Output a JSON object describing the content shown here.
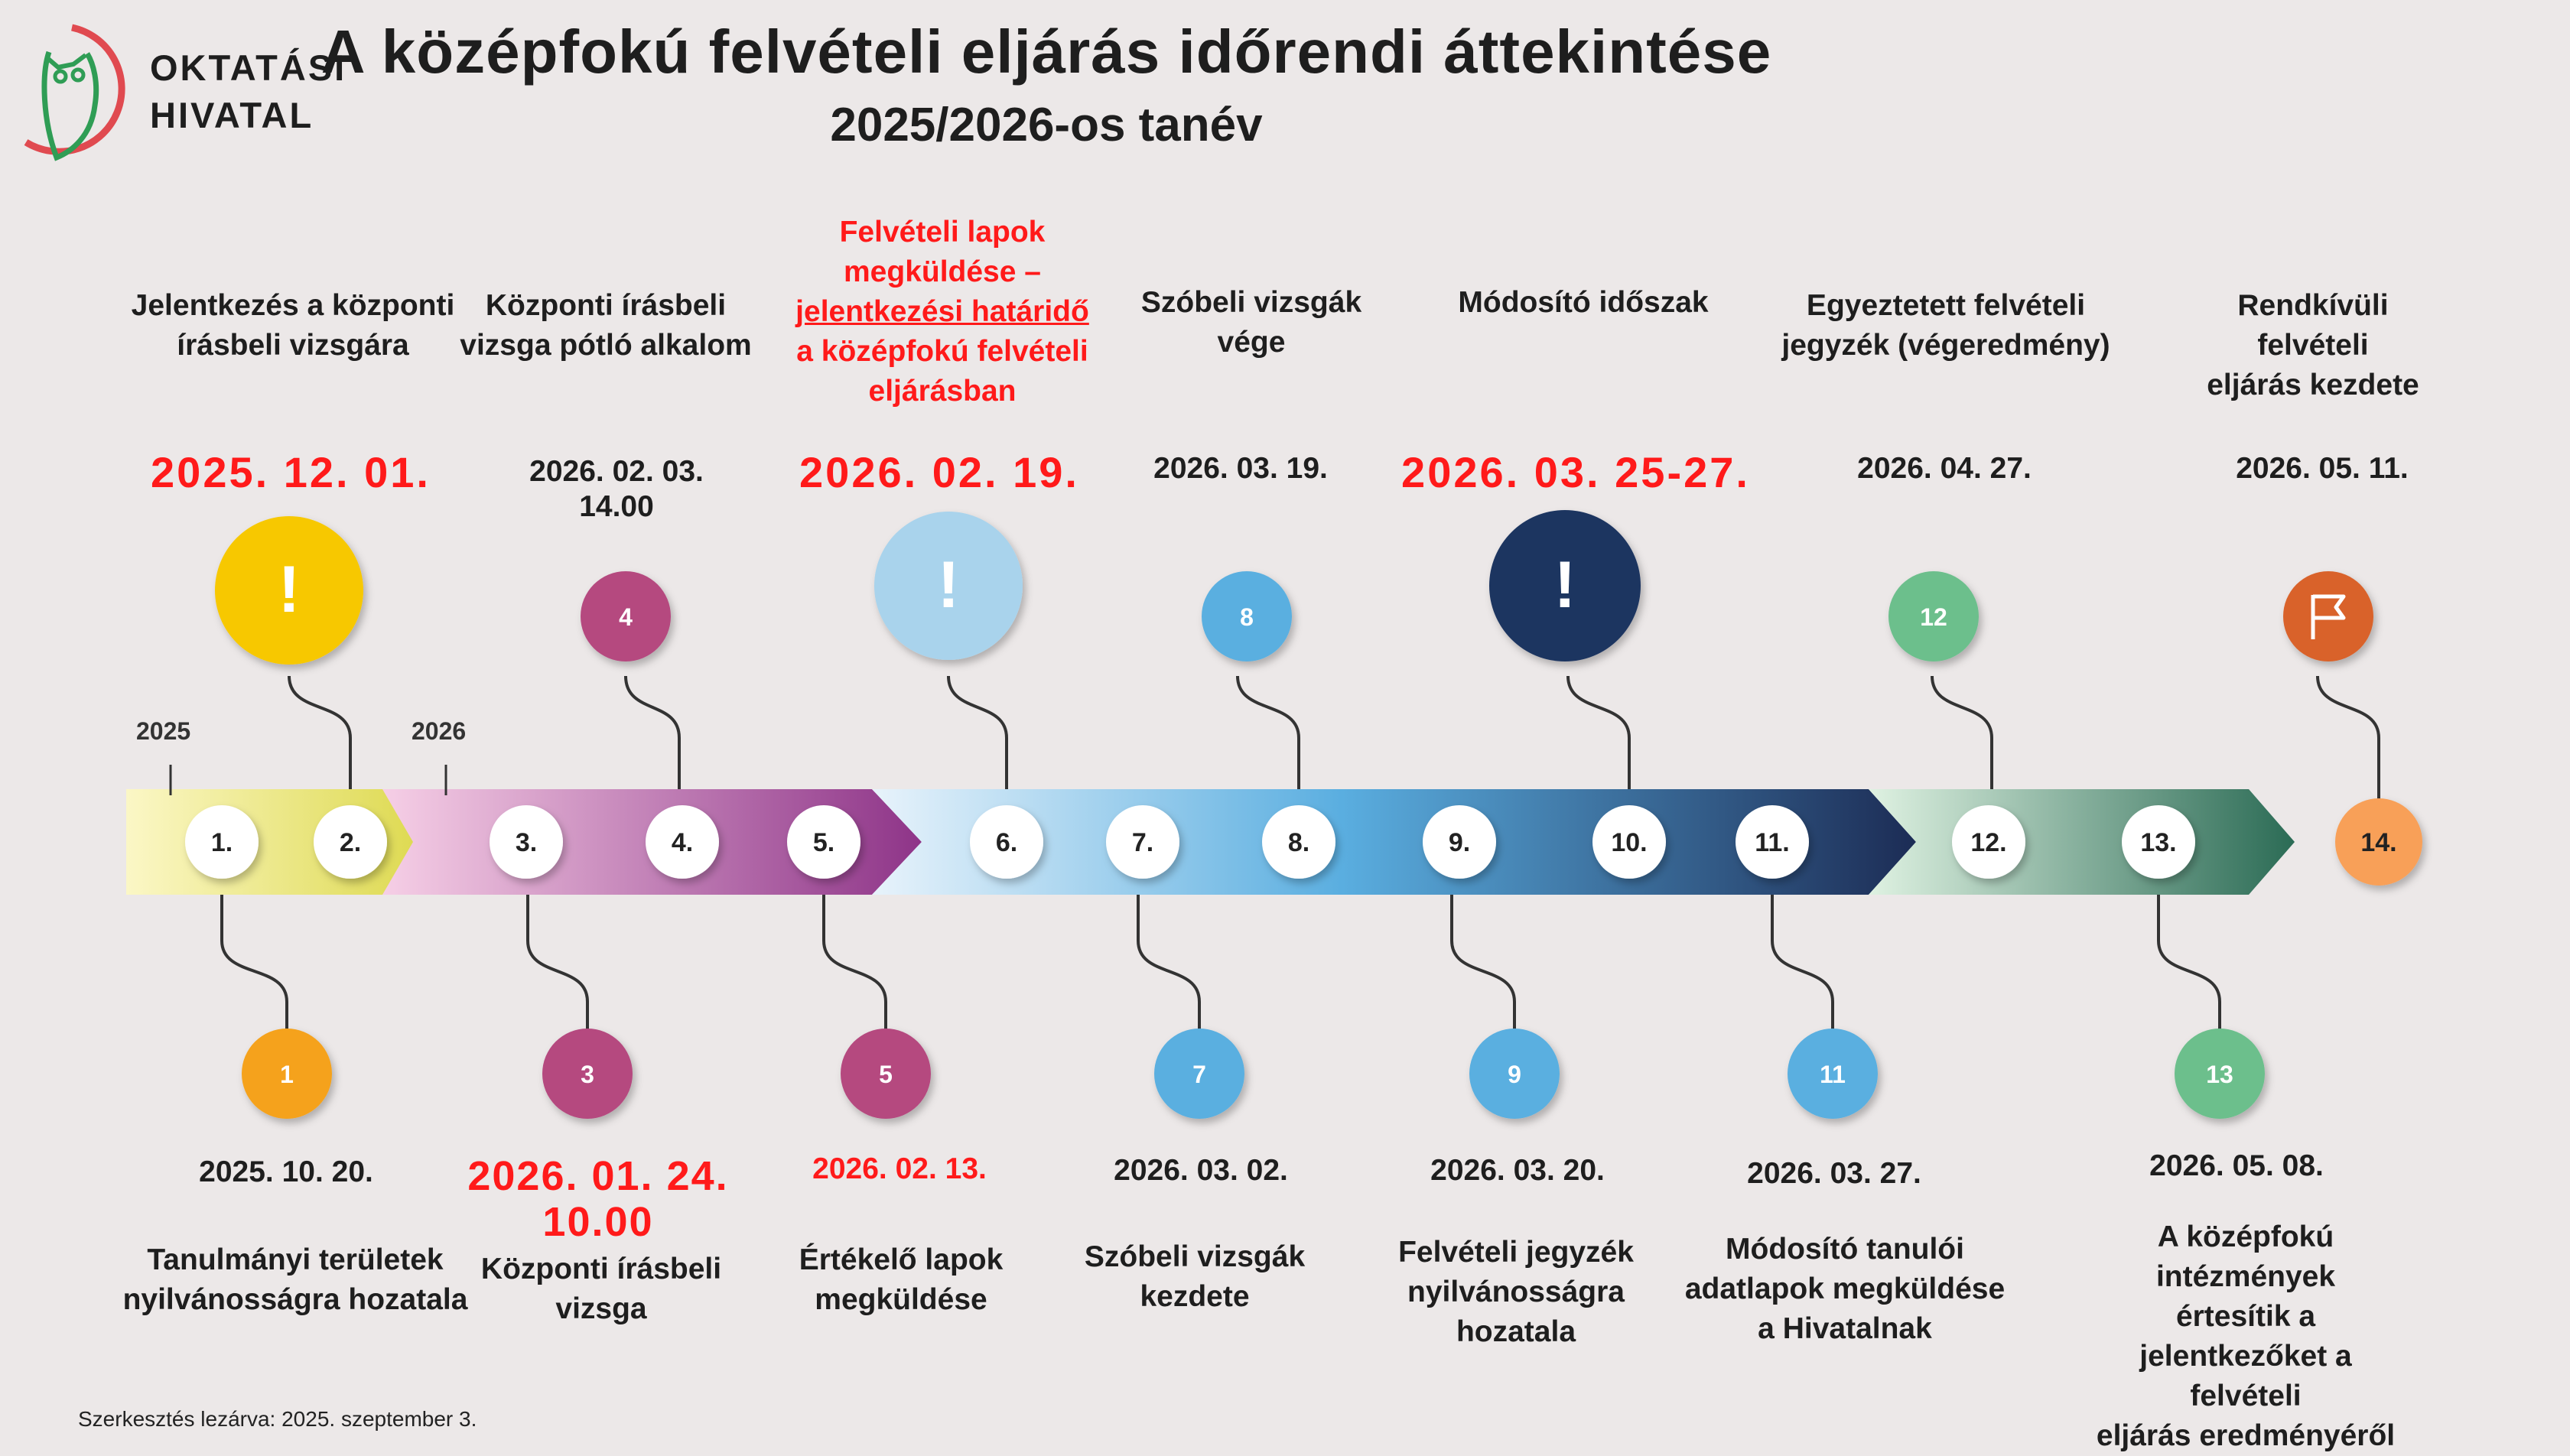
{
  "header": {
    "logo_line1": "OKTATÁSI",
    "logo_line2": "HIVATAL",
    "title": "A középfokú felvételi eljárás időrendi áttekintése",
    "subtitle": "2025/2026-os tanév"
  },
  "years": {
    "y2025": "2025",
    "y2026": "2026"
  },
  "arrow_steps": [
    "1.",
    "2.",
    "3.",
    "4.",
    "5.",
    "6.",
    "7.",
    "8.",
    "9.",
    "10.",
    "11.",
    "12.",
    "13.",
    "14."
  ],
  "top_events": {
    "e2": {
      "date": "2025. 12. 01.",
      "label_l1": "Jelentkezés a központi",
      "label_l2": "írásbeli vizsgára",
      "marker": "!"
    },
    "e4": {
      "date_l1": "2026. 02. 03.",
      "date_l2": "14.00",
      "label_l1": "Központi írásbeli",
      "label_l2": "vizsga pótló alkalom",
      "marker": "4"
    },
    "e6": {
      "date": "2026. 02. 19.",
      "label_l1": "Felvételi lapok",
      "label_l2": "megküldése –",
      "label_l3": "jelentkezési határidő",
      "label_l4": "a középfokú felvételi",
      "label_l5": "eljárásban",
      "marker": "!"
    },
    "e8": {
      "date": "2026. 03. 19.",
      "label_l1": "Szóbeli vizsgák",
      "label_l2": "vége",
      "marker": "8"
    },
    "e10": {
      "date": "2026. 03. 25-27.",
      "label_l1": "Módosító időszak",
      "marker": "!"
    },
    "e12": {
      "date": "2026. 04. 27.",
      "label_l1": "Egyeztetett felvételi",
      "label_l2": "jegyzék (végeredmény)",
      "marker": "12"
    },
    "e14": {
      "date": "2026. 05. 11.",
      "label_l1": "Rendkívüli felvételi",
      "label_l2": "eljárás kezdete",
      "marker": "flag-icon"
    }
  },
  "bottom_events": {
    "e1": {
      "marker": "1",
      "date": "2025. 10. 20.",
      "label_l1": "Tanulmányi területek",
      "label_l2": "nyilvánosságra hozatala"
    },
    "e3": {
      "marker": "3",
      "date_l1": "2026. 01. 24.",
      "date_l2": "10.00",
      "label_l1": "Központi írásbeli",
      "label_l2": "vizsga"
    },
    "e5": {
      "marker": "5",
      "date": "2026. 02. 13.",
      "label_l1": "Értékelő lapok",
      "label_l2": "megküldése"
    },
    "e7": {
      "marker": "7",
      "date": "2026. 03. 02.",
      "label_l1": "Szóbeli vizsgák",
      "label_l2": "kezdete"
    },
    "e9": {
      "marker": "9",
      "date": "2026. 03. 20.",
      "label_l1": "Felvételi jegyzék",
      "label_l2": "nyilvánosságra",
      "label_l3": "hozatala"
    },
    "e11": {
      "marker": "11",
      "date": "2026. 03. 27.",
      "label_l1": "Módosító tanulói",
      "label_l2": "adatlapok megküldése",
      "label_l3": "a Hivatalnak"
    },
    "e13": {
      "marker": "13",
      "date": "2026. 05. 08.",
      "label_l1": "A középfokú intézmények",
      "label_l2": "értesítik a jelentkezőket a",
      "label_l3": "felvételi",
      "label_l4": "eljárás eredményéről"
    }
  },
  "footer": {
    "text": "Szerkesztés lezárva: 2025. szeptember 3."
  },
  "colors": {
    "yellow": "#f7c800",
    "pink": "#b5487f",
    "lightblue": "#a9d3ec",
    "blue": "#5aafe0",
    "navy": "#1e3561",
    "green": "#6cbf8c",
    "orange": "#f5a21b",
    "flag": "#d9622b",
    "red": "#ff1a1a"
  }
}
